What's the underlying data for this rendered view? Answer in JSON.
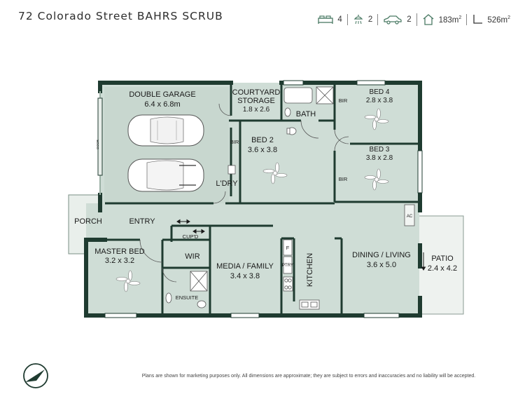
{
  "header": {
    "title": "72 Colorado Street BAHRS SCRUB",
    "stats": {
      "bedrooms": "4",
      "bathrooms": "2",
      "cars": "2",
      "house_area": "183m",
      "land_area": "526m",
      "area_sup": "2"
    }
  },
  "rooms": {
    "double_garage": {
      "name": "DOUBLE GARAGE",
      "dims": "6.4 x 6.8m"
    },
    "courtyard_storage": {
      "name_1": "COURTYARD",
      "name_2": "STORAGE",
      "dims": "1.8 x 2.6"
    },
    "bath": {
      "name": "BATH"
    },
    "bed4": {
      "name": "BED 4",
      "dims": "2.8 x 3.8"
    },
    "bed3": {
      "name": "BED 3",
      "dims": "3.8 x 2.8"
    },
    "bed2": {
      "name": "BED 2",
      "dims": "3.6 x 3.8"
    },
    "laundry": {
      "name": "L'DRY"
    },
    "porch": {
      "name": "PORCH"
    },
    "entry": {
      "name": "ENTRY"
    },
    "cupboard": {
      "name": "CUP'D"
    },
    "master_bed": {
      "name": "MASTER BED",
      "dims": "3.2 x 3.2"
    },
    "wir": {
      "name": "WIR"
    },
    "ensuite": {
      "name": "ENSUITE"
    },
    "media_family": {
      "name": "MEDIA / FAMILY",
      "dims": "3.4 x 3.8"
    },
    "kitchen": {
      "name": "KITCHEN"
    },
    "dining_living": {
      "name": "DINING / LIVING",
      "dims": "3.6 x 5.0"
    },
    "patio": {
      "name": "PATIO",
      "dims": "2.4 x 4.2"
    }
  },
  "labels": {
    "bir": "BIR",
    "fridge": "F",
    "pantry": "PTRY",
    "ac": "AC",
    "door": "DOOR"
  },
  "footer": {
    "disclaimer": "Plans are shown for marketing purposes only. All dimensions are approximate; they are subject to errors and inaccuracies and no liability will be accepted."
  },
  "colors": {
    "floor": "#cfddd6",
    "floor_light": "#dfe8e3",
    "wall": "#1f3b30",
    "outdoor": "#eef2ef"
  }
}
